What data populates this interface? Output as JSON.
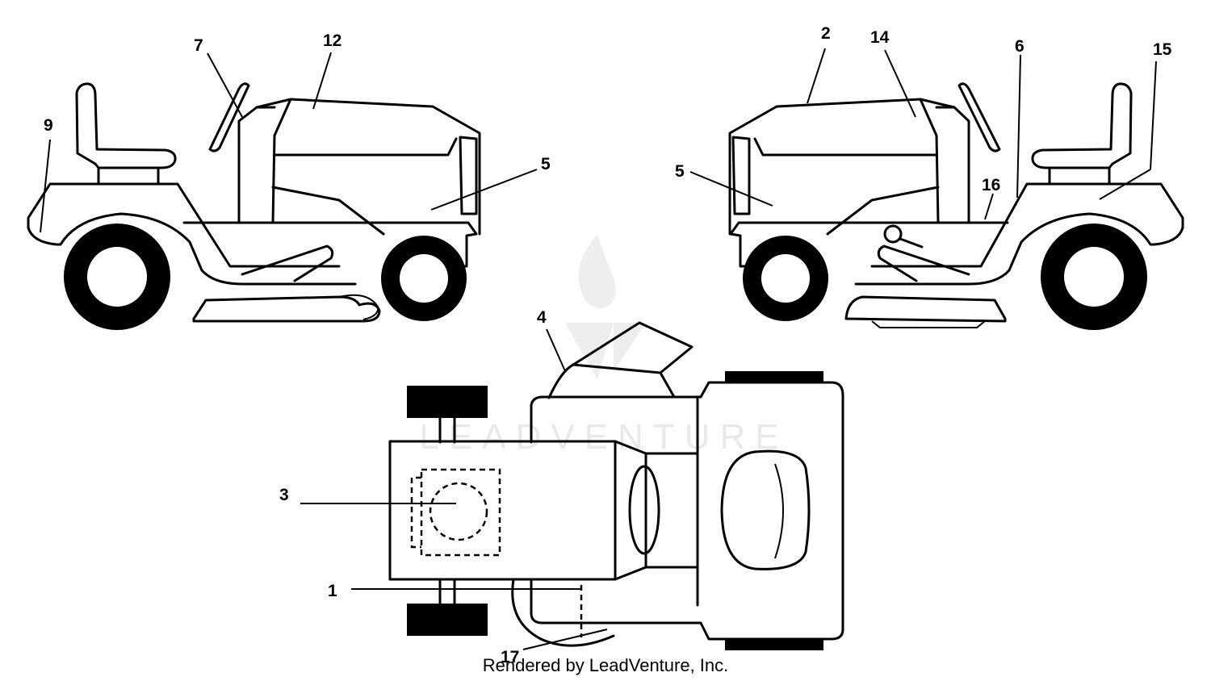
{
  "callouts": {
    "c1": "1",
    "c2": "2",
    "c3": "3",
    "c4": "4",
    "c5a": "5",
    "c5b": "5",
    "c6": "6",
    "c7": "7",
    "c9": "9",
    "c12": "12",
    "c14": "14",
    "c15": "15",
    "c16": "16",
    "c17": "17"
  },
  "watermark": {
    "text": "LEADVENTURE"
  },
  "footer": {
    "text": "Rendered by LeadVenture, Inc."
  },
  "colors": {
    "line": "#000000",
    "background": "#ffffff",
    "watermark": "#e9e9e9"
  }
}
